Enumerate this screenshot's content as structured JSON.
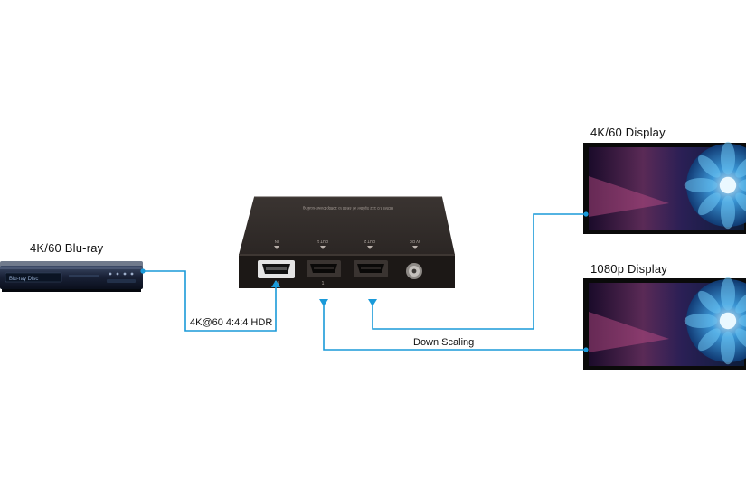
{
  "source": {
    "label": "4K/60 Blu-ray",
    "disc_logo": "Blu-ray Disc"
  },
  "splitter": {
    "top_text": "HDMI 2.0 1x2 Splitter w/ 4K60 to 1080p Down-scaling",
    "port_labels": [
      "IN",
      "OUT 1",
      "OUT 2",
      "5V DC"
    ],
    "in_marker": "IN",
    "out_marker": "1"
  },
  "displays": [
    {
      "label": "4K/60 Display"
    },
    {
      "label": "1080p Display"
    }
  ],
  "connections": {
    "input_label": "4K@60 4:4:4 HDR",
    "downscale_label": "Down Scaling"
  },
  "colors": {
    "cable": "#1a9ad9",
    "device": "#2b2624",
    "panel": "#1c1816"
  },
  "icons": [
    "hdmi-port-icon",
    "dc-jack-icon",
    "arrow-icon"
  ]
}
